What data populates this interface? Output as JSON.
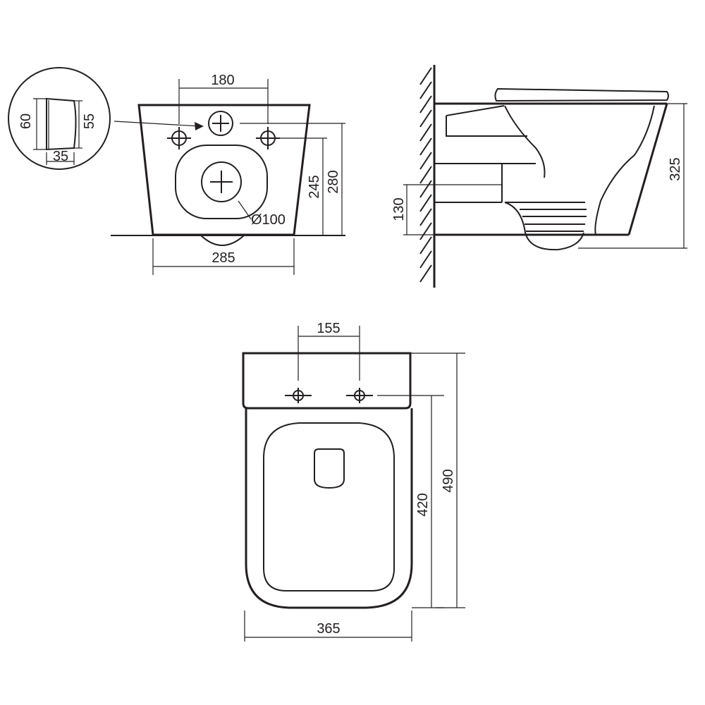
{
  "detail_view": {
    "dim_height_left": "60",
    "dim_height_right": "55",
    "dim_width": "35"
  },
  "front_view": {
    "dim_fixing_spacing": "180",
    "dim_base_width": "285",
    "dim_fixing_height": "245",
    "dim_inlet_height": "280",
    "dim_outlet_diameter": "Ø100"
  },
  "side_view": {
    "dim_outlet_height": "130",
    "dim_total_height": "325"
  },
  "top_view": {
    "dim_fixing_spacing": "155",
    "dim_width": "365",
    "dim_bowl_length": "420",
    "dim_total_length": "490"
  },
  "colors": {
    "line": "#231f20",
    "background": "#ffffff"
  }
}
